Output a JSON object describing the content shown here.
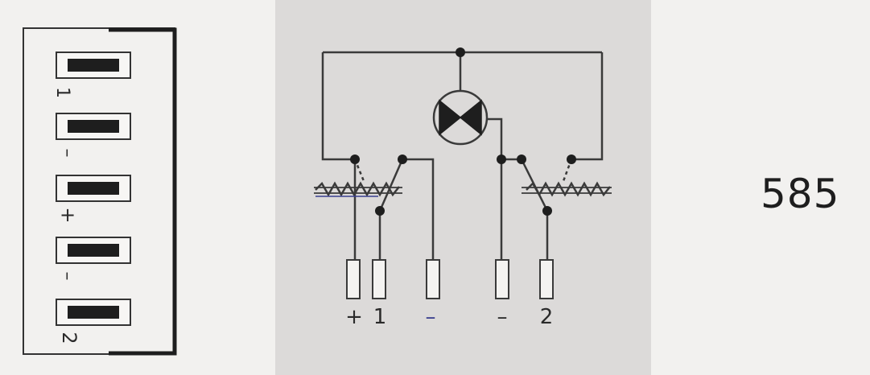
{
  "pinout": {
    "pins": [
      {
        "label": "1"
      },
      {
        "label": "–"
      },
      {
        "label": "+"
      },
      {
        "label": "–"
      },
      {
        "label": "2"
      }
    ]
  },
  "schematic": {
    "terminals": [
      {
        "label": "+"
      },
      {
        "label": "1"
      },
      {
        "label": "–"
      },
      {
        "label": "–"
      },
      {
        "label": "2"
      }
    ],
    "lamp": {
      "symbol": "indicator-lamp"
    }
  },
  "relay_number": "585",
  "colors": {
    "background": "#f2f1ef",
    "panel": "#dcdad9",
    "ink": "#1e1e1e",
    "accent": "#3a3f8f"
  }
}
